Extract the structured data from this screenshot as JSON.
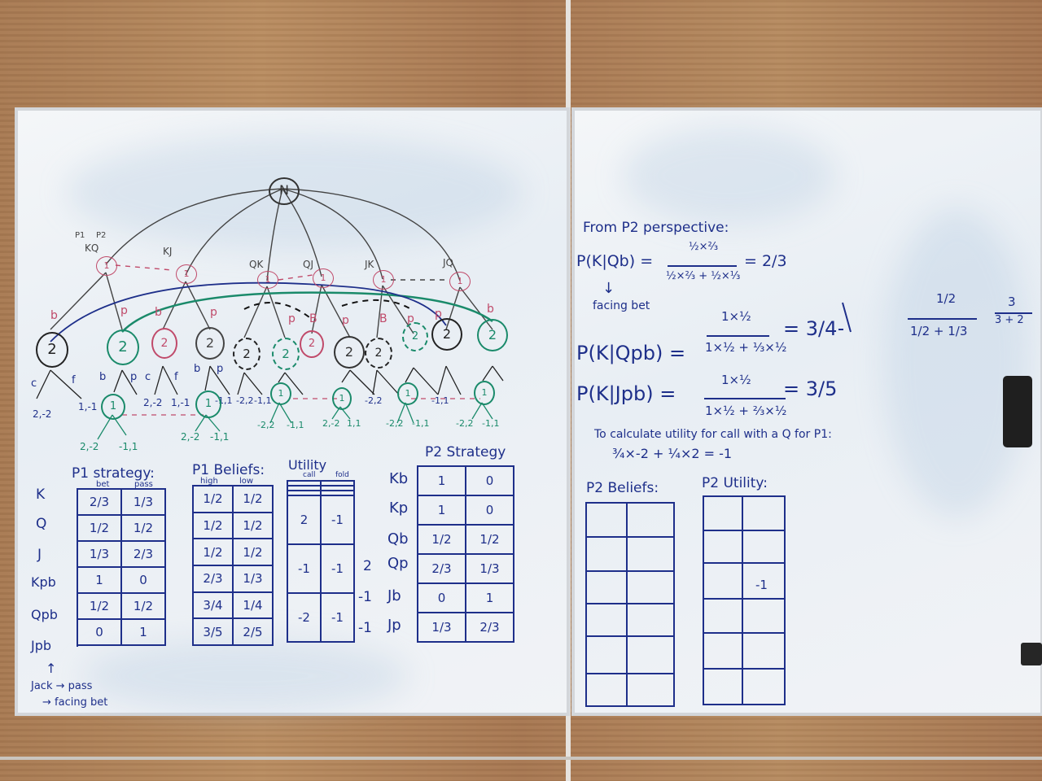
{
  "tree": {
    "root": "N",
    "p1_label": "P1",
    "p2_label": "P2",
    "deals": [
      "KQ",
      "KJ",
      "QK",
      "QJ",
      "JK",
      "JQ"
    ],
    "first_actions": [
      "b",
      "p",
      "b",
      "p",
      "p",
      "b",
      "p",
      "B",
      "p",
      "B",
      "p"
    ],
    "node_label_p1": "1",
    "node_label_p2": "2",
    "payoffs_row1": [
      "2,-2",
      "1,-1",
      "2,-2",
      "1,-1",
      "-1,1",
      "-2,2",
      "-1,1",
      "-2,2",
      "-1,1"
    ],
    "payoffs_row2": [
      "2,-2",
      "-1,1",
      "2,-2",
      "-1,1",
      "-2,2",
      "-1,1",
      "2,-2",
      "1,1",
      "-2,2",
      "-1,1",
      "-2,2",
      "-1,1"
    ],
    "action_c": "c",
    "action_f": "f",
    "action_b": "b",
    "action_p": "p"
  },
  "p1_strategy": {
    "title": "P1 strategy:",
    "cols": [
      "bet",
      "pass"
    ],
    "rows": [
      "K",
      "Q",
      "J",
      "Kpb",
      "Qpb",
      "Jpb"
    ],
    "values": [
      [
        "2/3",
        "1/3"
      ],
      [
        "1/2",
        "1/2"
      ],
      [
        "1/3",
        "2/3"
      ],
      [
        "1",
        "0"
      ],
      [
        "1/2",
        "1/2"
      ],
      [
        "0",
        "1"
      ]
    ]
  },
  "note_jack": {
    "arrow": "↑",
    "line1": "Jack → pass",
    "line2": "→ facing bet"
  },
  "p1_beliefs": {
    "title": "P1 Beliefs:",
    "cols": [
      "high",
      "low"
    ],
    "values": [
      [
        "1/2",
        "1/2"
      ],
      [
        "1/2",
        "1/2"
      ],
      [
        "1/2",
        "1/2"
      ],
      [
        "2/3",
        "1/3"
      ],
      [
        "3/4",
        "1/4"
      ],
      [
        "3/5",
        "2/5"
      ]
    ]
  },
  "utility": {
    "title": "Utility",
    "cols": [
      "call",
      "fold"
    ],
    "values": [
      [
        "",
        ""
      ],
      [
        "",
        ""
      ],
      [
        "",
        ""
      ],
      [
        "2",
        "-1"
      ],
      [
        "-1",
        "-1"
      ],
      [
        "-2",
        "-1"
      ]
    ],
    "side": [
      "",
      "",
      "",
      "2",
      "-1",
      "-1"
    ]
  },
  "p2_strategy": {
    "title": "P2 Strategy",
    "rows": [
      "Kb",
      "Kp",
      "Qb",
      "Qp",
      "Jb",
      "Jp"
    ],
    "values": [
      [
        "1",
        "0"
      ],
      [
        "1",
        "0"
      ],
      [
        "1/2",
        "1/2"
      ],
      [
        "2/3",
        "1/3"
      ],
      [
        "0",
        "1"
      ],
      [
        "1/3",
        "2/3"
      ]
    ]
  },
  "right": {
    "heading": "From P2 perspective:",
    "eq1_lhs": "P(K|Qb) =",
    "eq1_num": "½×⅔",
    "eq1_den": "½×⅔ + ½×⅓",
    "eq1_rhs": "= 2/3",
    "eq1_note_arrow": "↓",
    "eq1_note": "facing bet",
    "eq2_lhs": "P(K|Qpb) =",
    "eq2_num": "1×½",
    "eq2_den": "1×½ + ⅓×½",
    "eq2_rhs": "= 3/4",
    "eq3_lhs": "P(K|Jpb) =",
    "eq3_num": "1×½",
    "eq3_den": "1×½ + ⅔×½",
    "eq3_rhs": "= 3/5",
    "side_frac1_num": "1/2",
    "side_frac1_den": "1/2 + 1/3",
    "side_frac2_num": "3",
    "side_frac2_den": "3 + 2",
    "utility_line1": "To calculate utility for call with a Q for P1:",
    "utility_line2": "¾×-2 + ¼×2 = -1",
    "p2_beliefs_title": "P2 Beliefs:",
    "p2_utility_title": "P2 Utility:",
    "p2_utility_cell": "-1"
  },
  "colors": {
    "ink_blue": "#1e2f8a",
    "ink_green": "#1a8a6a",
    "ink_red": "#c04a6a",
    "ink_gray": "#444444"
  }
}
